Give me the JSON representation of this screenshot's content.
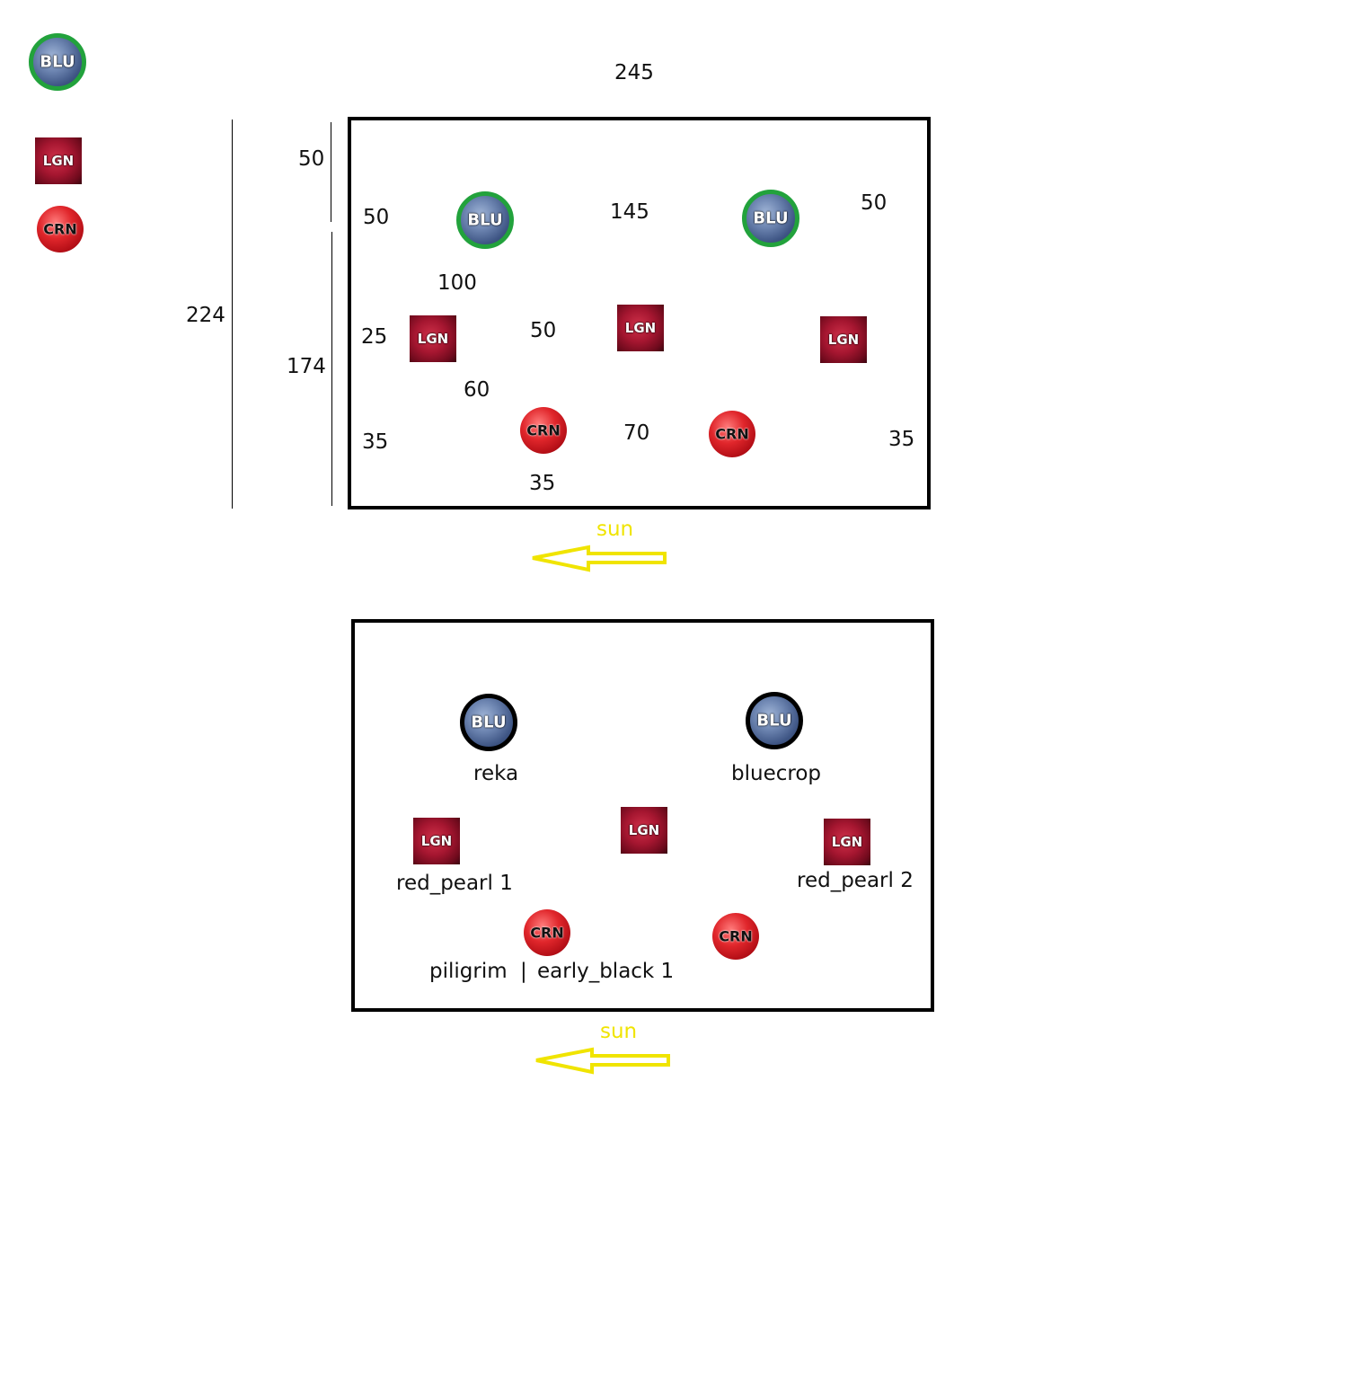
{
  "legend": {
    "blu": "BLU",
    "lgn": "LGN",
    "crn": "CRN"
  },
  "plan": {
    "width_label": "245",
    "height_total_label": "224",
    "height_top_label": "50",
    "height_bottom_label": "174",
    "inner": {
      "left_top": "50",
      "mid_top": "145",
      "right_top": "50",
      "row_gap_1": "100",
      "left_mid": "25",
      "mid_mid": "50",
      "row_gap_2": "60",
      "left_bottom": "35",
      "mid_bottom": "70",
      "right_bottom": "35",
      "bottom": "35"
    },
    "icons": {
      "blu": "BLU",
      "lgn": "LGN",
      "crn": "CRN"
    },
    "sun": "sun"
  },
  "layout": {
    "icons": {
      "blu": "BLU",
      "lgn": "LGN",
      "crn": "CRN"
    },
    "names": {
      "blu_left": "reka",
      "blu_right": "bluecrop",
      "lgn_left": "red_pearl 1",
      "lgn_right": "red_pearl 2",
      "crn_left": "piligrim",
      "separator": "|",
      "crn_right": "early_black 1"
    },
    "sun": "sun"
  },
  "colors": {
    "outline_green": "#22a23c",
    "outline_black": "#000000",
    "sun_yellow": "#f0e400"
  }
}
